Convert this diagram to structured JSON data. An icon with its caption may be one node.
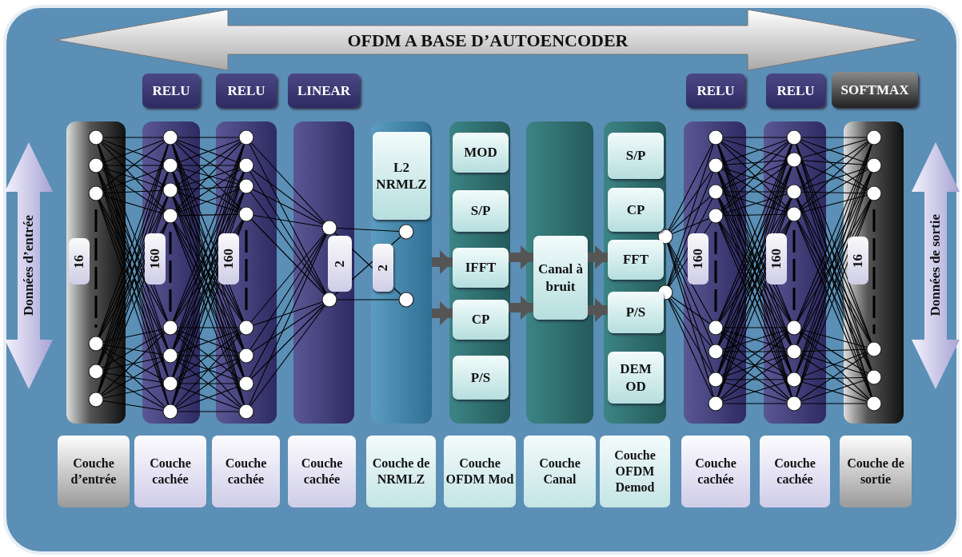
{
  "diagram": {
    "title": "OFDM A BASE D’AUTOENCODER",
    "nodes": [
      {
        "text": [
          "RELU"
        ]
      },
      {
        "text": [
          "RELU"
        ]
      },
      {
        "text": [
          "LINEAR"
        ]
      },
      {
        "text": [
          "RELU"
        ]
      },
      {
        "text": [
          "RELU"
        ]
      },
      {
        "text": [
          "SOFTMAX"
        ]
      },
      {
        "text": [],
        "shape": "bar"
      },
      {
        "text": [
          "16"
        ],
        "in": 6
      },
      {
        "text": [],
        "shape": "bar"
      },
      {
        "text": [
          "160"
        ],
        "in": 8
      },
      {
        "text": [],
        "shape": "bar"
      },
      {
        "text": [
          "160"
        ],
        "in": 10
      },
      {
        "text": [],
        "shape": "bar"
      },
      {
        "text": [
          "2"
        ],
        "in": 12
      },
      {
        "text": [],
        "shape": "bar"
      },
      {
        "text": [
          "L2 NRMLZ"
        ],
        "in": 14
      },
      {
        "text": [
          "2"
        ],
        "in": 14
      },
      {
        "text": [],
        "shape": "bar"
      },
      {
        "text": [
          "MOD"
        ],
        "in": 17
      },
      {
        "text": [
          "S/P"
        ],
        "in": 17
      },
      {
        "text": [
          "IFFT"
        ],
        "in": 17
      },
      {
        "text": [
          "CP"
        ],
        "in": 17
      },
      {
        "text": [
          "P/S"
        ],
        "in": 17
      },
      {
        "text": [],
        "shape": "bar"
      },
      {
        "text": [
          "Canal à bruit"
        ],
        "in": 23
      },
      {
        "text": [],
        "shape": "bar"
      },
      {
        "text": [
          "S/P"
        ],
        "in": 25
      },
      {
        "text": [
          "CP"
        ],
        "in": 25
      },
      {
        "text": [
          "FFT"
        ],
        "in": 25
      },
      {
        "text": [
          "P/S"
        ],
        "in": 25
      },
      {
        "text": [
          "DEM OD"
        ],
        "in": 25
      },
      {
        "text": [],
        "shape": "bar"
      },
      {
        "text": [
          "160"
        ],
        "in": 31
      },
      {
        "text": [],
        "shape": "bar"
      },
      {
        "text": [
          "160"
        ],
        "in": 33
      },
      {
        "text": [],
        "shape": "bar"
      },
      {
        "text": [
          "16"
        ],
        "in": 35
      },
      {
        "text": [
          "Couche d’entrée"
        ]
      },
      {
        "text": [
          "Couche cachée"
        ]
      },
      {
        "text": [
          "Couche cachée"
        ]
      },
      {
        "text": [
          "Couche cachée"
        ]
      },
      {
        "text": [
          "Couche de NRMLZ"
        ]
      },
      {
        "text": [
          "Couche OFDM Mod"
        ]
      },
      {
        "text": [
          "Couche Canal"
        ]
      },
      {
        "text": [
          "Couche OFDM Demod"
        ]
      },
      {
        "text": [
          "Couche cachée"
        ]
      },
      {
        "text": [
          "Couche cachée"
        ]
      },
      {
        "text": [
          "Couche de sortie"
        ]
      }
    ],
    "edges": [
      {
        "from": 14,
        "to": 20,
        "arrow": "to"
      },
      {
        "from": 14,
        "to": 21,
        "arrow": "to"
      },
      {
        "from": 20,
        "to": 24,
        "arrow": "to"
      },
      {
        "from": 21,
        "to": 24,
        "arrow": "to"
      },
      {
        "from": 24,
        "to": 28,
        "arrow": "to"
      },
      {
        "from": 24,
        "to": 29,
        "arrow": "to"
      }
    ],
    "labels": [
      "Données d’entrée",
      "Données de sortie"
    ]
  }
}
